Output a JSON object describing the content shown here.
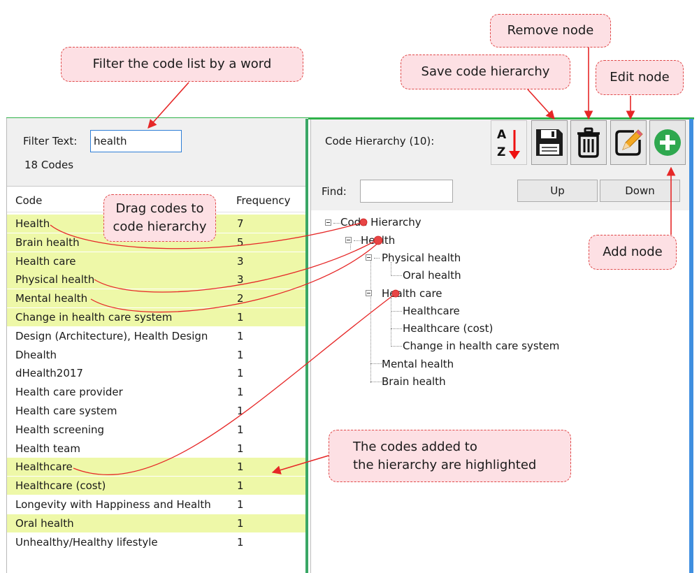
{
  "left_panel": {
    "filter_label": "Filter Text:",
    "filter_value": "health",
    "code_count": "18 Codes",
    "columns": [
      "Code",
      "Frequency"
    ],
    "rows": [
      {
        "code": "Health",
        "frequency": "7",
        "highlighted": true
      },
      {
        "code": "Brain health",
        "frequency": "5",
        "highlighted": true
      },
      {
        "code": "Health care",
        "frequency": "3",
        "highlighted": true
      },
      {
        "code": "Physical health",
        "frequency": "3",
        "highlighted": true
      },
      {
        "code": "Mental health",
        "frequency": "2",
        "highlighted": true
      },
      {
        "code": "Change in health care system",
        "frequency": "1",
        "highlighted": true
      },
      {
        "code": "Design (Architecture), Health Design",
        "frequency": "1",
        "highlighted": false
      },
      {
        "code": "Dhealth",
        "frequency": "1",
        "highlighted": false
      },
      {
        "code": "dHealth2017",
        "frequency": "1",
        "highlighted": false
      },
      {
        "code": "Health care provider",
        "frequency": "1",
        "highlighted": false
      },
      {
        "code": "Health care system",
        "frequency": "1",
        "highlighted": false
      },
      {
        "code": "Health screening",
        "frequency": "1",
        "highlighted": false
      },
      {
        "code": "Health team",
        "frequency": "1",
        "highlighted": false
      },
      {
        "code": "Healthcare",
        "frequency": "1",
        "highlighted": true
      },
      {
        "code": "Healthcare (cost)",
        "frequency": "1",
        "highlighted": true
      },
      {
        "code": "Longevity with Happiness and Health",
        "frequency": "1",
        "highlighted": false
      },
      {
        "code": "Oral health",
        "frequency": "1",
        "highlighted": true
      },
      {
        "code": "Unhealthy/Healthy lifestyle",
        "frequency": "1",
        "highlighted": false
      }
    ]
  },
  "right_panel": {
    "title": "Code Hierarchy (10):",
    "find_label": "Find:",
    "find_value": "",
    "up_label": "Up",
    "down_label": "Down",
    "toolbar_icons": [
      "sort-az-icon",
      "save-icon",
      "trash-icon",
      "edit-icon",
      "add-icon"
    ],
    "tree": {
      "root": "Code Hierarchy",
      "health": "Health",
      "physical_health": "Physical health",
      "oral_health": "Oral health",
      "health_care": "Health care",
      "healthcare": "Healthcare",
      "healthcare_cost": "Healthcare (cost)",
      "change_system": "Change in health care system",
      "mental_health": "Mental health",
      "brain_health": "Brain health"
    }
  },
  "callouts": {
    "filter": "Filter the code list by a word",
    "remove_node": "Remove node",
    "save_hierarchy": "Save code hierarchy",
    "edit_node": "Edit node",
    "drag_codes_line1": "Drag codes to",
    "drag_codes_line2": "code hierarchy",
    "add_node": "Add node",
    "highlighted_line1": "The codes added to",
    "highlighted_line2": "the hierarchy are highlighted"
  },
  "colors": {
    "highlight": "#eef8a8",
    "callout_fill": "#fde0e4",
    "callout_border": "#e04a4a",
    "arrow": "#e62727",
    "panel_border_green": "#2fb24a",
    "panel_border_blue": "#3f8fe0",
    "add_button_green": "#2fa84f"
  }
}
